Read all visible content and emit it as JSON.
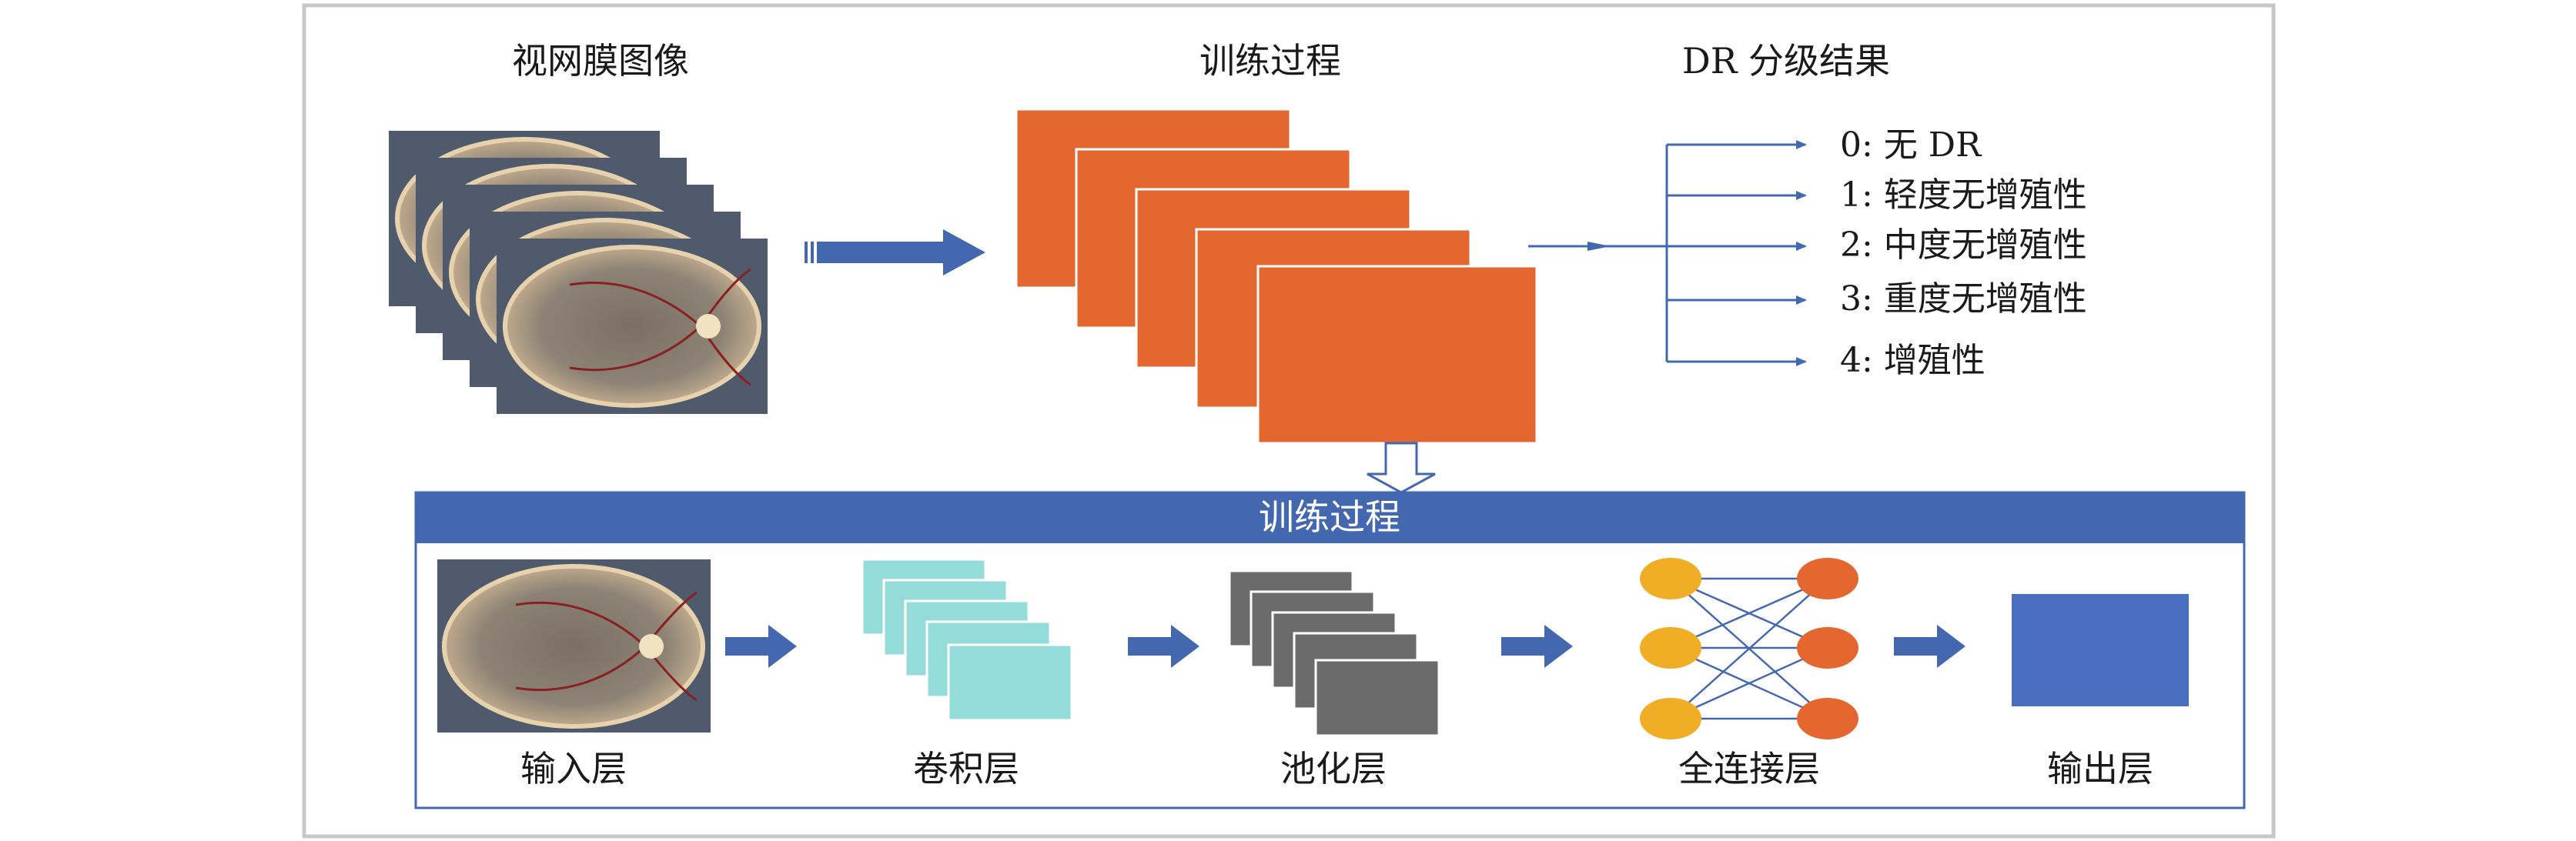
{
  "labels": {
    "retina_images": "视网膜图像",
    "training_process": "训练过程",
    "dr_grading_results": "DR 分级结果",
    "bar_title": "训练过程",
    "input_layer": "输入层",
    "conv_layer": "卷积层",
    "pool_layer": "池化层",
    "fc_layer": "全连接层",
    "output_layer": "输出层"
  },
  "grades": [
    "0: 无 DR",
    "1: 轻度无增殖性",
    "2: 中度无增殖性",
    "3: 重度无增殖性",
    "4: 增殖性"
  ],
  "colors": {
    "orange_block": "#e3672f",
    "blue": "#4468b0",
    "output_box": "#4a6fc0",
    "teal": "#94dcda",
    "gray_block": "#6b6b6b",
    "node_yellow": "#f0ad26",
    "node_orange": "#e3672f",
    "frame_border": "#c8c8c8"
  }
}
